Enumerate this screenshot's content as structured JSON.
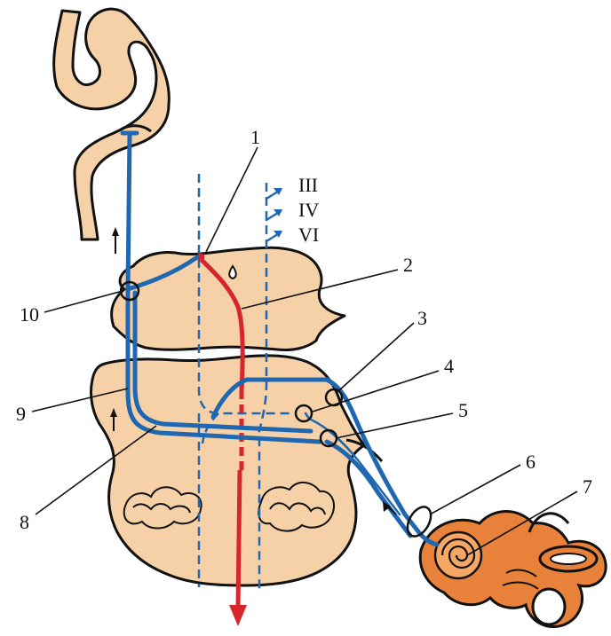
{
  "colors": {
    "tissue": "#f6d1a8",
    "outline": "#111111",
    "nerve_blue": "#1f67b1",
    "tract_red": "#d7262b",
    "ear": "#e8823b"
  },
  "labels": {
    "l1": "1",
    "l2": "2",
    "l3": "3",
    "l4": "4",
    "l5": "5",
    "l6": "6",
    "l7": "7",
    "l8": "8",
    "l9": "9",
    "l10": "10",
    "nerve_iii": "III",
    "nerve_iv": "IV",
    "nerve_vi": "VI"
  }
}
